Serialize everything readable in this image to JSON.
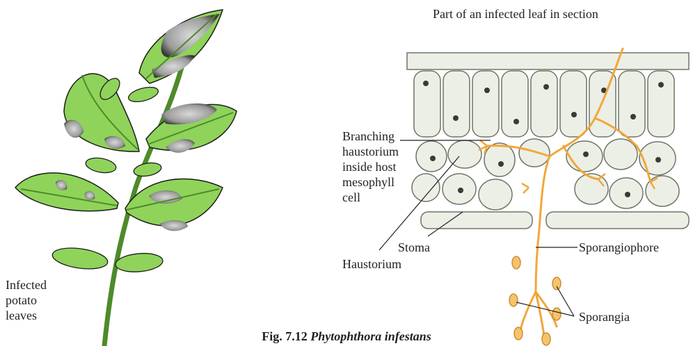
{
  "colors": {
    "leaf_green": "#8fd35a",
    "leaf_vein": "#4e8a2a",
    "lesion_dark": "#3a3a3a",
    "lesion_light": "#cfcfcf",
    "hypha_orange": "#f2a63a",
    "cell_fill": "#ecefe6",
    "cell_outline": "#6f7568"
  },
  "title": "Part of an infected leaf in section",
  "labels": {
    "branching_1": "Branching",
    "branching_2": "haustorium",
    "branching_3": "inside host",
    "branching_4": "mesophyll",
    "branching_5": "cell",
    "haustorium": "Haustorium",
    "stoma": "Stoma",
    "sporangiophore": "Sporangiophore",
    "sporangia": "Sporangia",
    "infected_1": "Infected",
    "infected_2": "potato",
    "infected_3": "leaves"
  },
  "caption": {
    "prefix": "Fig. 7.12",
    "italic": "Phytophthora infestans"
  }
}
